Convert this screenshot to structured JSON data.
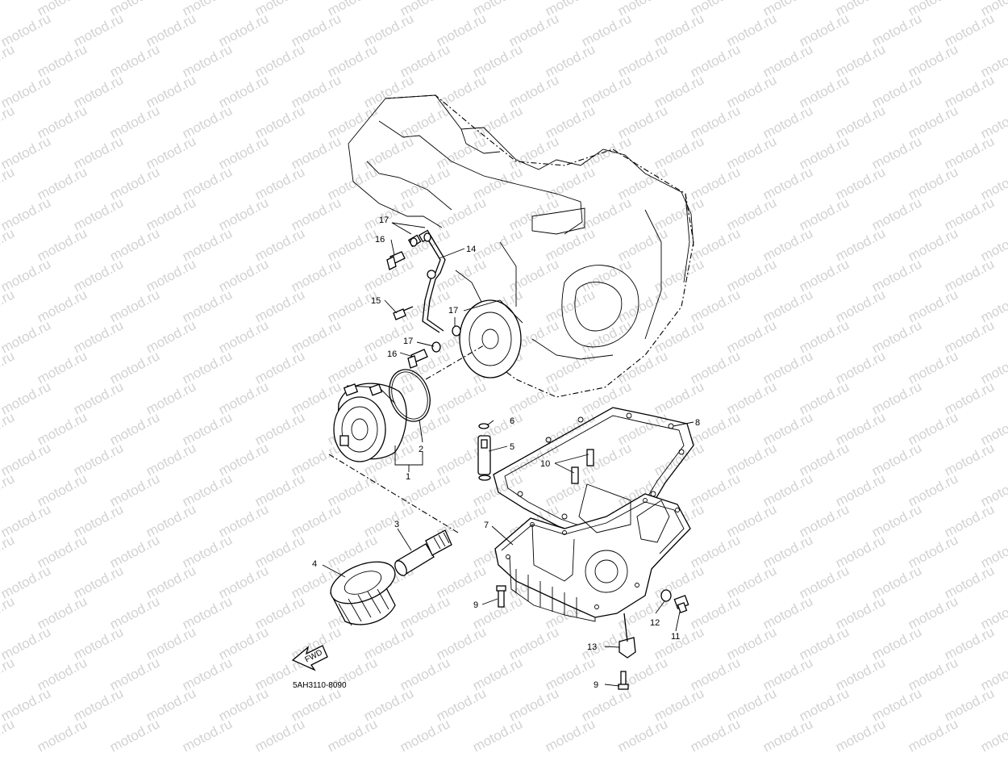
{
  "watermark": {
    "text": "motod.ru",
    "color": "#d2d2d2"
  },
  "diagram_code": "5AH3110-8090",
  "direction_badge": {
    "text": "FWD",
    "icon": "fwd-arrow-icon"
  },
  "callouts": [
    {
      "id": "c1",
      "label": "1"
    },
    {
      "id": "c2",
      "label": "2"
    },
    {
      "id": "c3",
      "label": "3"
    },
    {
      "id": "c4",
      "label": "4"
    },
    {
      "id": "c5",
      "label": "5"
    },
    {
      "id": "c6",
      "label": "6"
    },
    {
      "id": "c7",
      "label": "7"
    },
    {
      "id": "c8",
      "label": "8"
    },
    {
      "id": "c9a",
      "label": "9"
    },
    {
      "id": "c9b",
      "label": "9"
    },
    {
      "id": "c10",
      "label": "10"
    },
    {
      "id": "c11",
      "label": "11"
    },
    {
      "id": "c12",
      "label": "12"
    },
    {
      "id": "c13",
      "label": "13"
    },
    {
      "id": "c14",
      "label": "14"
    },
    {
      "id": "c15",
      "label": "15"
    },
    {
      "id": "c16a",
      "label": "16"
    },
    {
      "id": "c16b",
      "label": "16"
    },
    {
      "id": "c17a",
      "label": "17"
    },
    {
      "id": "c17b",
      "label": "17"
    },
    {
      "id": "c17c",
      "label": "17"
    }
  ]
}
